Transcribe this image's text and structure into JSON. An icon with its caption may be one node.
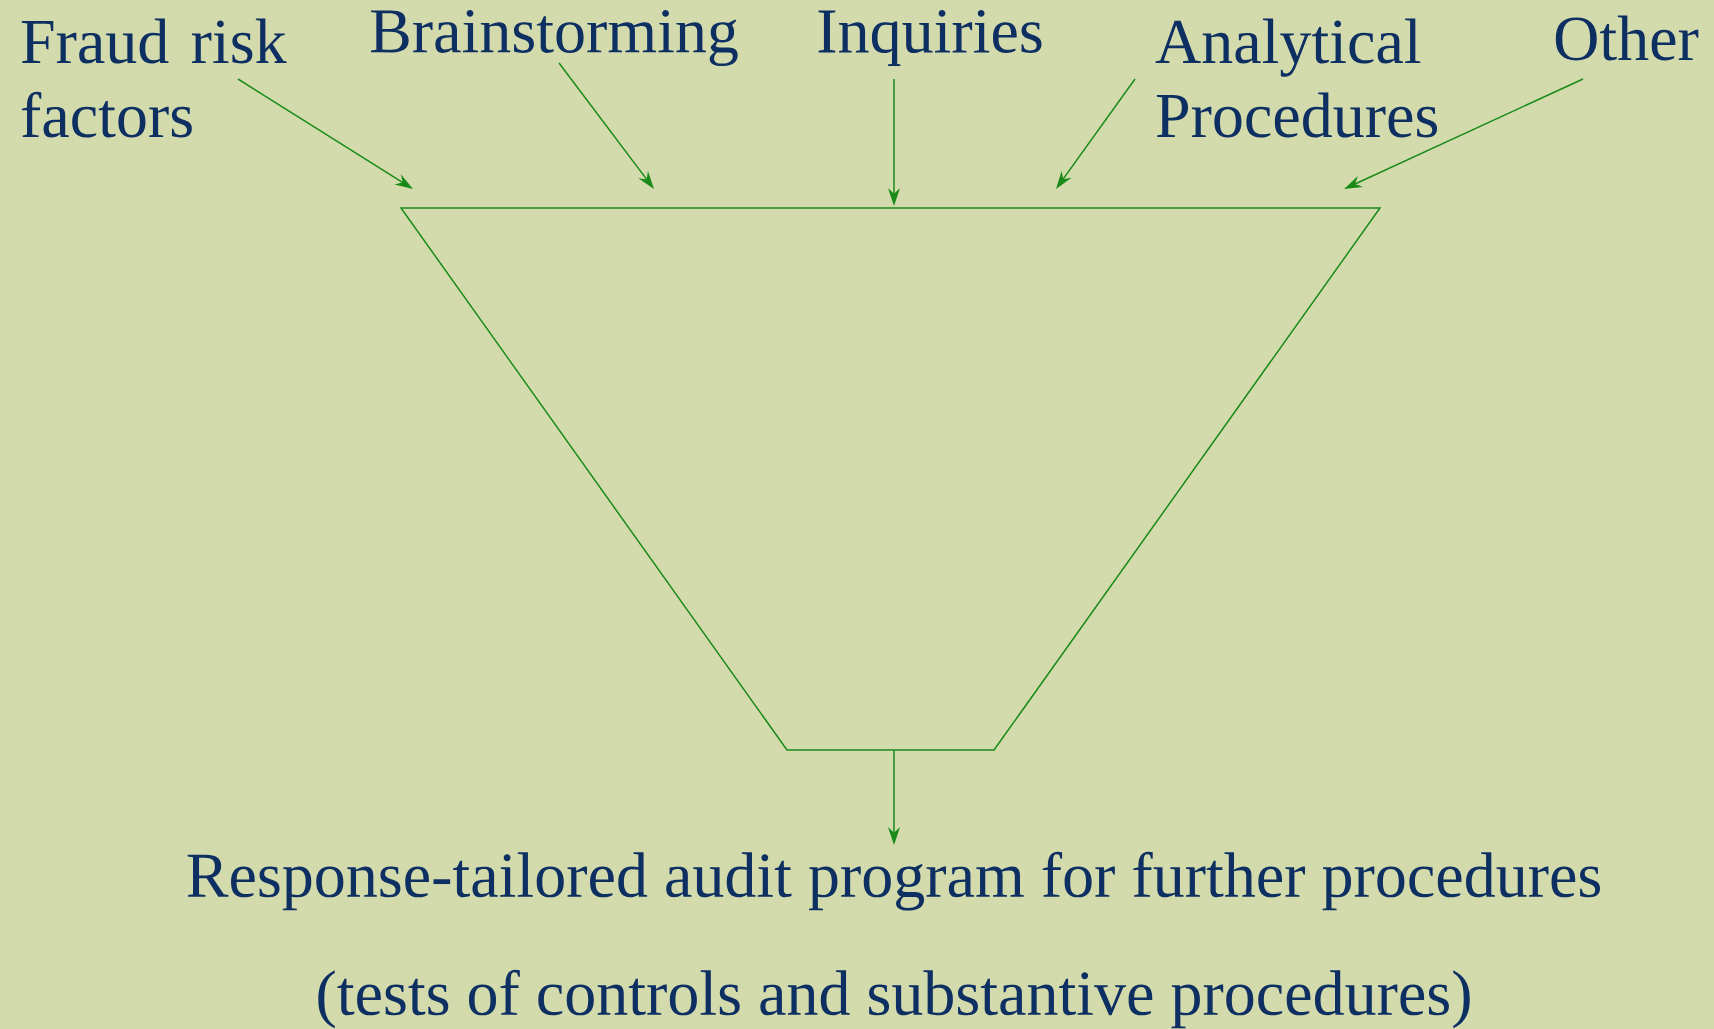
{
  "diagram": {
    "nodes": [
      {
        "text": [
          "Fraud risk factors"
        ]
      },
      {
        "text": [
          "Brainstorming"
        ]
      },
      {
        "text": [
          "Inquiries"
        ]
      },
      {
        "text": [
          "Analytical Procedures"
        ]
      },
      {
        "text": [
          "Other"
        ]
      },
      {
        "text": [],
        "shape": "funnel"
      },
      {
        "text": [
          "Response-tailored audit program for further procedures",
          "(tests of controls and substantive procedures)"
        ]
      }
    ],
    "edges": [
      {
        "from": 0,
        "to": 5,
        "arrow": "to"
      },
      {
        "from": 1,
        "to": 5,
        "arrow": "to"
      },
      {
        "from": 2,
        "to": 5,
        "arrow": "to"
      },
      {
        "from": 3,
        "to": 5,
        "arrow": "to"
      },
      {
        "from": 4,
        "to": 5,
        "arrow": "to"
      },
      {
        "from": 5,
        "to": 6,
        "arrow": "to"
      }
    ]
  }
}
